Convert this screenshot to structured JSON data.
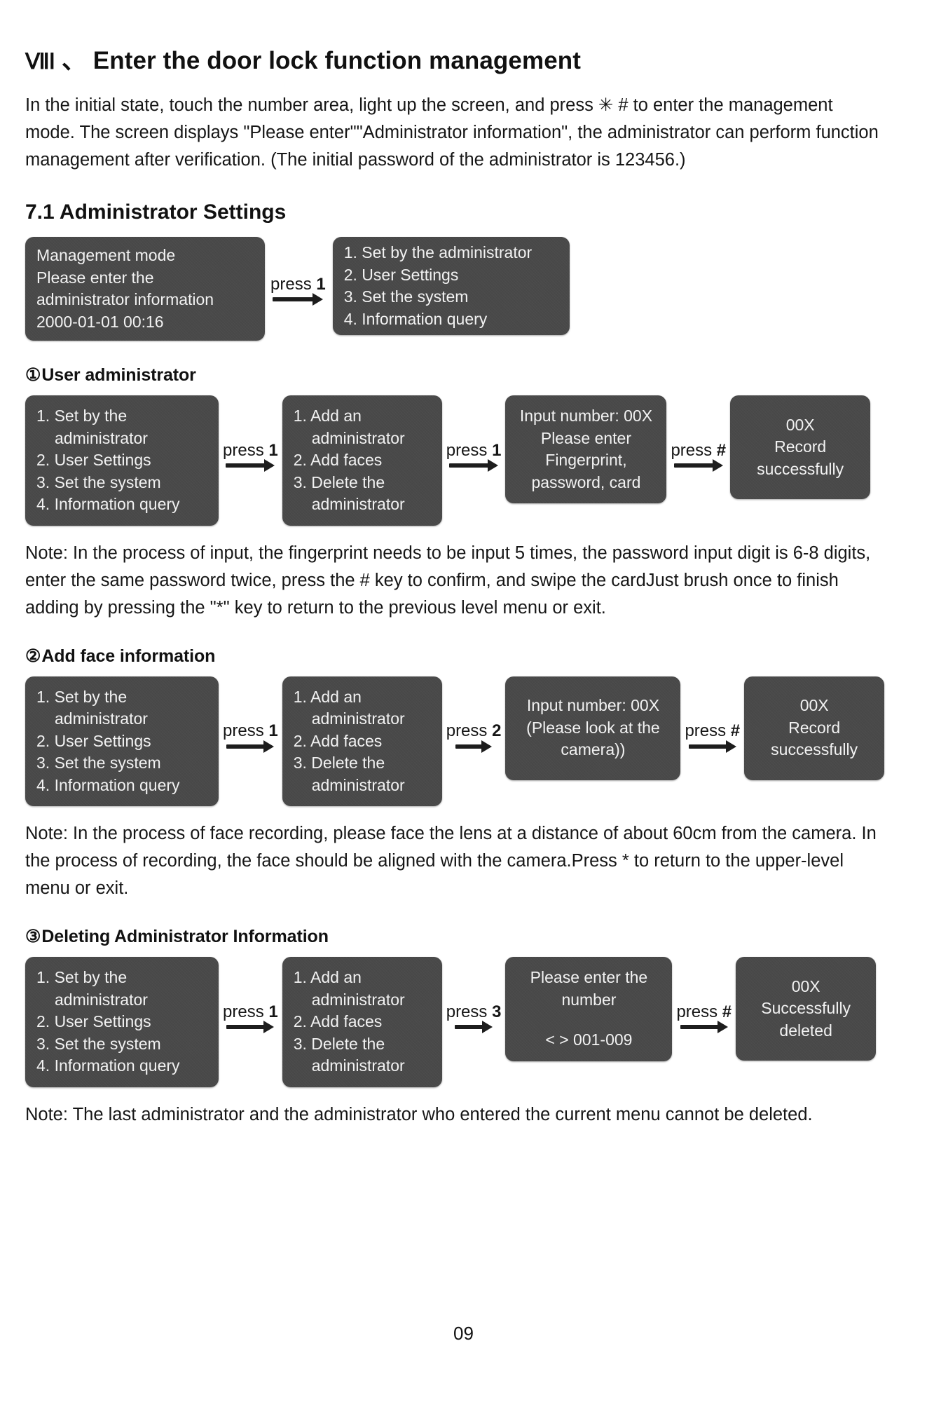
{
  "document": {
    "chapter_numeral": "ⅦⅠ",
    "chapter_title": "Enter the door lock function management",
    "intro_paragraph": "In the initial state, touch the number area, light up the screen, and press ✳ # to enter the management mode. The screen displays \"Please enter\"\"Administrator information\", the administrator can perform function management after verification. (The initial password of the administrator is 123456.)",
    "page_number": "09"
  },
  "section_7_1": {
    "title": "7.1 Administrator Settings",
    "intro_flow": {
      "start_screen": {
        "line1": "Management mode",
        "line2": "Please enter the",
        "line3": "administrator information",
        "timestamp": "2000-01-01 00:16"
      },
      "connector": {
        "prefix": "press",
        "key": "1"
      },
      "menu_screen": {
        "item1": "1. Set by the administrator",
        "item2": "2. User Settings",
        "item3": "3. Set the system",
        "item4": "4. Information query"
      }
    }
  },
  "subsection_1": {
    "marker": "①",
    "title": "User administrator",
    "flow": {
      "box1": {
        "l1": "1. Set by the",
        "l2": "administrator",
        "l3": "2. User Settings",
        "l4": "3. Set the system",
        "l5": "4. Information query"
      },
      "conn1": {
        "prefix": "press",
        "key": "1"
      },
      "box2": {
        "l1": "1. Add an",
        "l2": "administrator",
        "l3": "2. Add faces",
        "l4": "3. Delete the",
        "l5": "administrator"
      },
      "conn2": {
        "prefix": "press",
        "key": "1"
      },
      "box3": {
        "l1": "Input number: 00X",
        "l2": "Please enter",
        "l3": "Fingerprint,",
        "l4": "password, card"
      },
      "conn3": {
        "prefix": "press",
        "key": "#"
      },
      "box4": {
        "l1": "00X",
        "l2": "Record",
        "l3": "successfully"
      }
    },
    "note": "Note: In the process of input, the fingerprint needs to be input 5 times, the password input digit is 6-8 digits, enter the same password twice, press the # key to confirm, and swipe the cardJust brush once to finish adding by pressing the \"*\" key to return to the previous level menu or exit."
  },
  "subsection_2": {
    "marker": "②",
    "title": "Add face information",
    "flow": {
      "box1": {
        "l1": "1. Set by the",
        "l2": "administrator",
        "l3": "2. User Settings",
        "l4": "3. Set the system",
        "l5": "4. Information query"
      },
      "conn1": {
        "prefix": "press",
        "key": "1"
      },
      "box2": {
        "l1": "1. Add an",
        "l2": "administrator",
        "l3": "2. Add faces",
        "l4": "3. Delete the",
        "l5": "administrator"
      },
      "conn2": {
        "prefix": "press",
        "key": "2"
      },
      "box3": {
        "l1": "Input number: 00X",
        "l2": "(Please look at the",
        "l3": "camera))"
      },
      "conn3": {
        "prefix": "press",
        "key": "#"
      },
      "box4": {
        "l1": "00X",
        "l2": "Record",
        "l3": "successfully"
      }
    },
    "note": "Note: In the process of face recording, please face the lens at a distance of about 60cm from the camera. In the process of recording, the face should be aligned with the camera.Press * to return to the upper-level menu or exit."
  },
  "subsection_3": {
    "marker": "③",
    "title": "Deleting Administrator Information",
    "flow": {
      "box1": {
        "l1": "1. Set by the",
        "l2": "administrator",
        "l3": "2. User Settings",
        "l4": "3. Set the system",
        "l5": "4. Information query"
      },
      "conn1": {
        "prefix": "press",
        "key": "1"
      },
      "box2": {
        "l1": "1. Add an",
        "l2": "administrator",
        "l3": "2. Add faces",
        "l4": "3. Delete the",
        "l5": "administrator"
      },
      "conn2": {
        "prefix": "press",
        "key": "3"
      },
      "box3": {
        "l1": "Please enter the",
        "l2": "number",
        "l3": "< > 001-009"
      },
      "conn3": {
        "prefix": "press",
        "key": "#"
      },
      "box4": {
        "l1": "00X",
        "l2": "Successfully",
        "l3": "deleted"
      }
    },
    "note": "Note: The last administrator and the administrator who entered the current menu cannot be deleted."
  },
  "colors": {
    "screen_bg": "#494949",
    "screen_text": "#f2f2f2",
    "ink": "#161616"
  }
}
